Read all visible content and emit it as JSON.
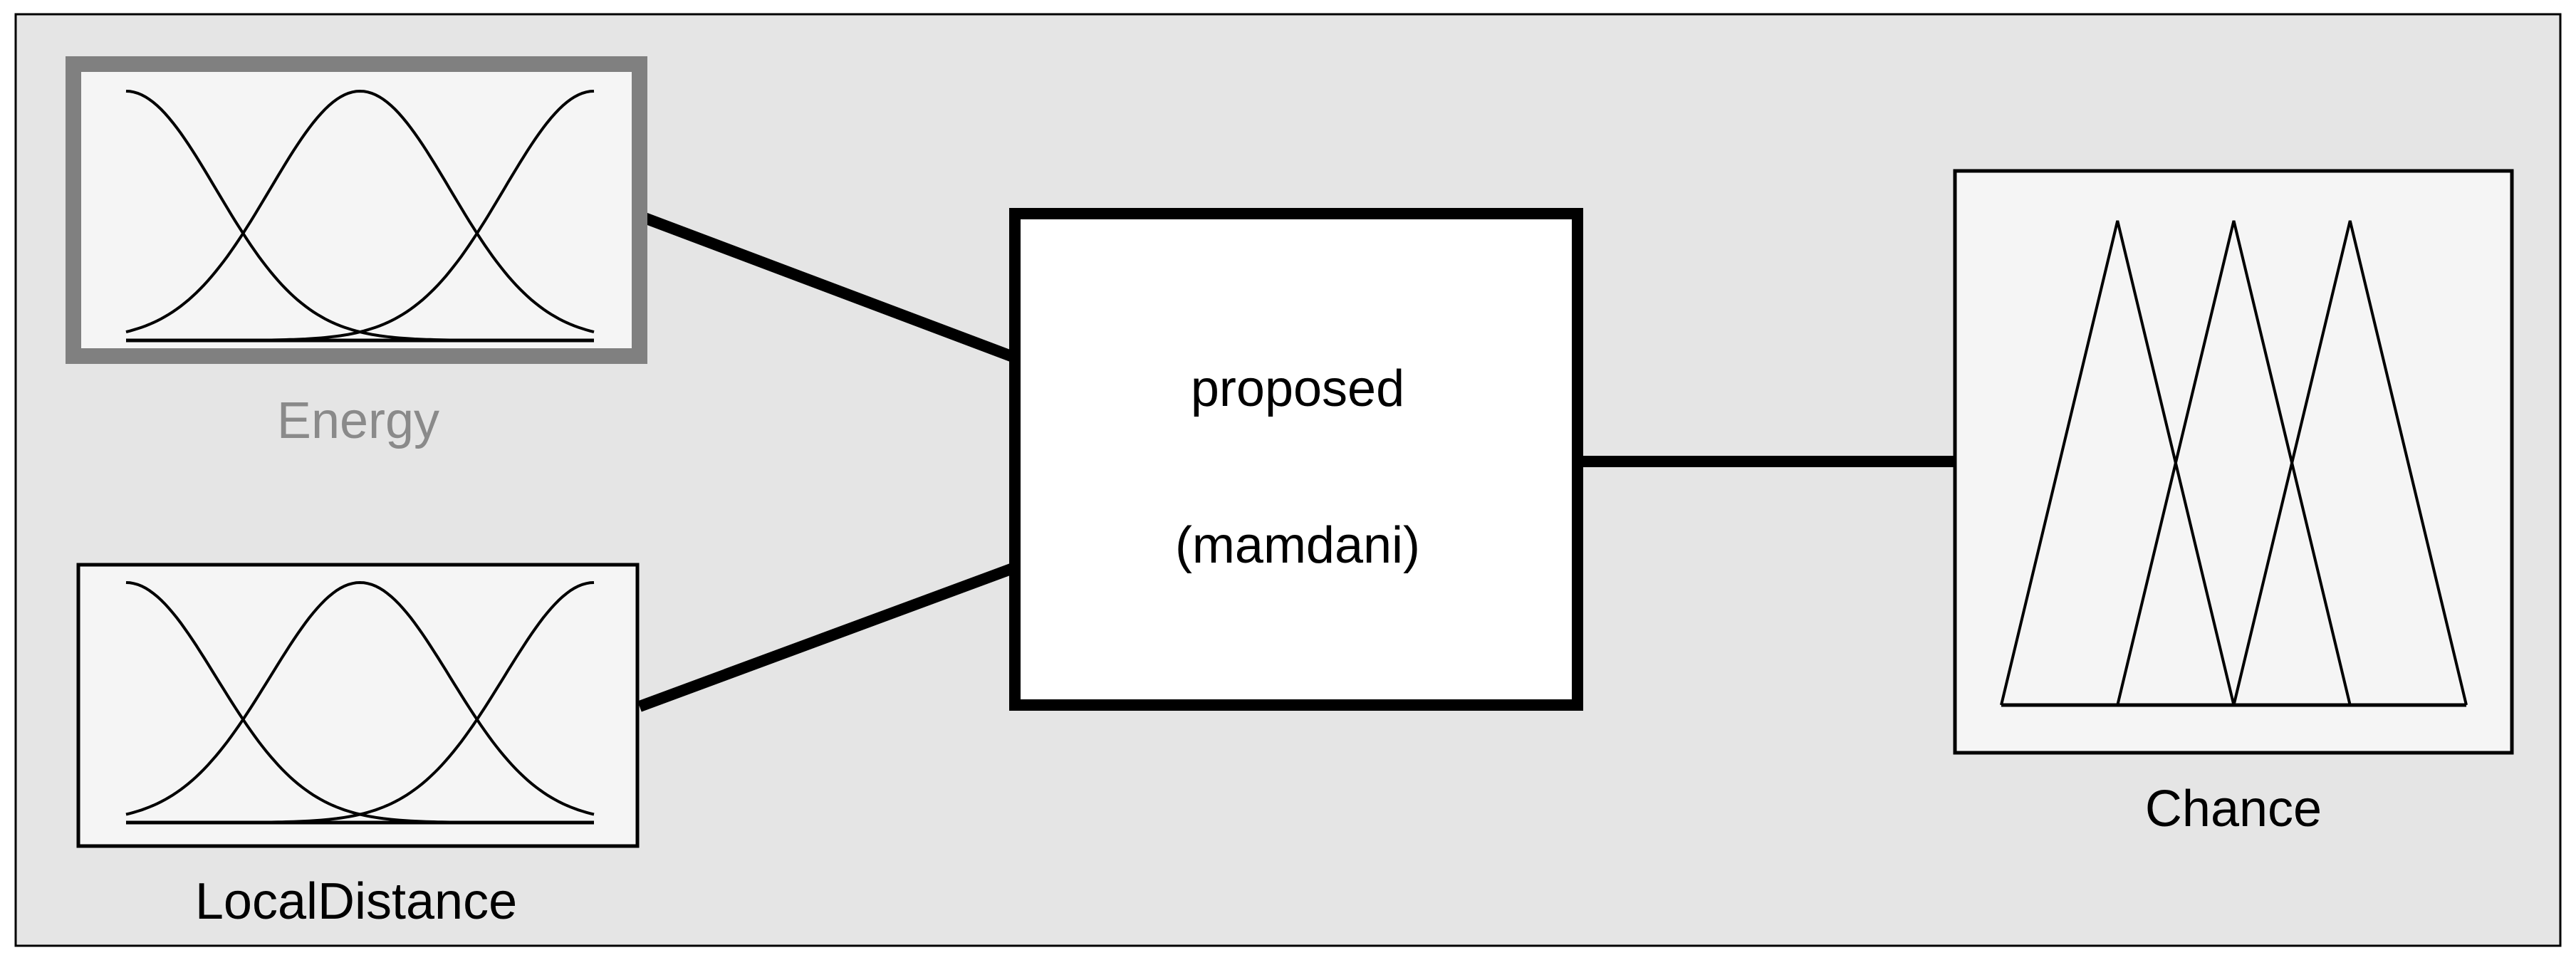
{
  "system": {
    "name": "proposed",
    "type_label": "(mamdani)"
  },
  "inputs": [
    {
      "name": "Energy",
      "selected": true,
      "mf_shape": "gaussian",
      "mf_count": 3
    },
    {
      "name": "LocalDistance",
      "selected": false,
      "mf_shape": "gaussian",
      "mf_count": 3
    }
  ],
  "outputs": [
    {
      "name": "Chance",
      "selected": false,
      "mf_shape": "triangular",
      "mf_count": 3
    }
  ],
  "colors": {
    "canvas_background": "#e5e5e5",
    "panel_background": "#f5f5f5",
    "system_background": "#ffffff",
    "line": "#000000",
    "selected_border": "#808080",
    "selected_label": "#8a8a8a",
    "label": "#000000"
  }
}
